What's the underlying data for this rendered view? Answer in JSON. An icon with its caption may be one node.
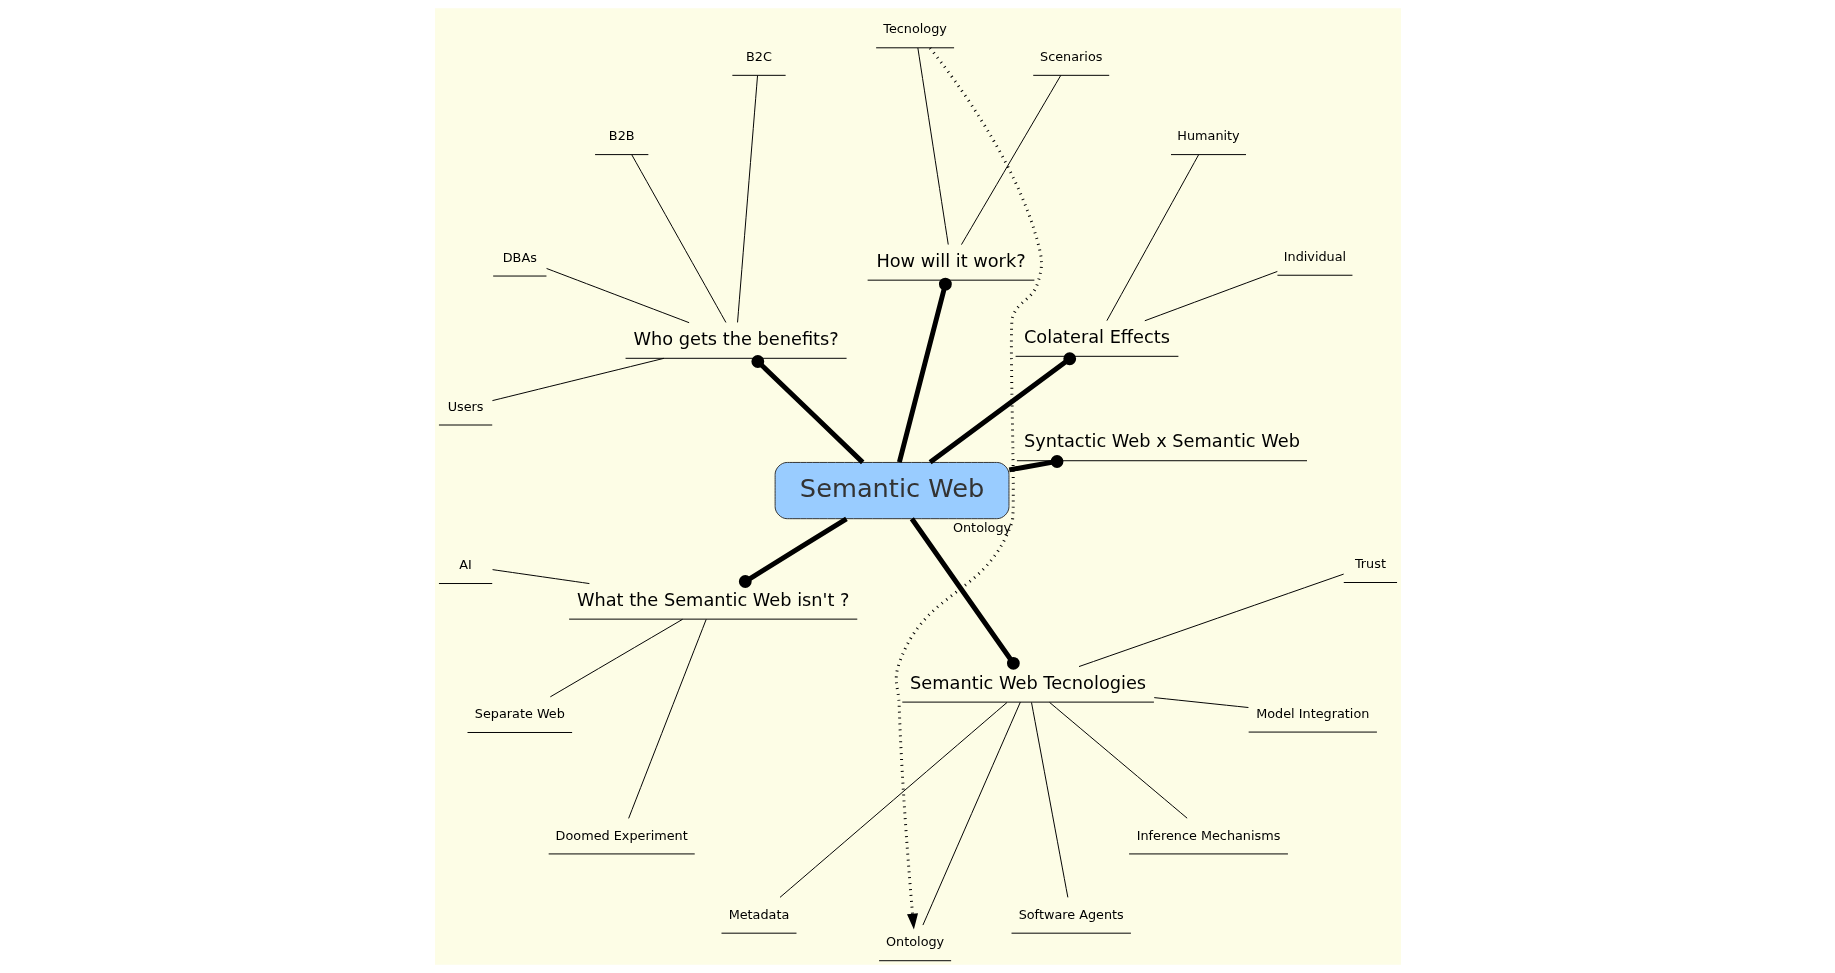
{
  "diagram": {
    "nodes": [
      {
        "text": [
          "Semantic Web"
        ]
      },
      {
        "text": [
          "Syntactic Web x Semantic Web"
        ]
      },
      {
        "text": [
          "Colateral Effects"
        ]
      },
      {
        "text": [
          "Individual"
        ]
      },
      {
        "text": [
          "Humanity"
        ]
      },
      {
        "text": [
          "How will it work?"
        ]
      },
      {
        "text": [
          "Scenarios"
        ]
      },
      {
        "text": [
          "Tecnology"
        ]
      },
      {
        "text": [
          "Who gets the benefits?"
        ]
      },
      {
        "text": [
          "B2C"
        ]
      },
      {
        "text": [
          "B2B"
        ]
      },
      {
        "text": [
          "DBAs"
        ]
      },
      {
        "text": [
          "Users"
        ]
      },
      {
        "text": [
          "What the Semantic Web isn't ?"
        ]
      },
      {
        "text": [
          "AI"
        ]
      },
      {
        "text": [
          "Separate Web"
        ]
      },
      {
        "text": [
          "Doomed Experiment"
        ]
      },
      {
        "text": [
          "Semantic Web Tecnologies"
        ]
      },
      {
        "text": [
          "Metadata"
        ]
      },
      {
        "text": [
          "Ontology"
        ]
      },
      {
        "text": [
          "Software Agents"
        ]
      },
      {
        "text": [
          "Inference Mechanisms"
        ]
      },
      {
        "text": [
          "Model Integration"
        ]
      },
      {
        "text": [
          "Trust"
        ]
      }
    ],
    "edges": [
      {
        "from": 0,
        "to": 1,
        "arrow": "other",
        "style": "thick"
      },
      {
        "from": 0,
        "to": 2,
        "arrow": "other",
        "style": "thick"
      },
      {
        "from": 2,
        "to": 3,
        "arrow": "none"
      },
      {
        "from": 2,
        "to": 4,
        "arrow": "none"
      },
      {
        "from": 0,
        "to": 5,
        "arrow": "other",
        "style": "thick"
      },
      {
        "from": 5,
        "to": 6,
        "arrow": "none"
      },
      {
        "from": 5,
        "to": 7,
        "arrow": "none"
      },
      {
        "from": 0,
        "to": 8,
        "arrow": "other",
        "style": "thick"
      },
      {
        "from": 8,
        "to": 9,
        "arrow": "none"
      },
      {
        "from": 8,
        "to": 10,
        "arrow": "none"
      },
      {
        "from": 8,
        "to": 11,
        "arrow": "none"
      },
      {
        "from": 8,
        "to": 12,
        "arrow": "none"
      },
      {
        "from": 0,
        "to": 13,
        "arrow": "other",
        "style": "thick"
      },
      {
        "from": 13,
        "to": 14,
        "arrow": "none"
      },
      {
        "from": 13,
        "to": 15,
        "arrow": "none"
      },
      {
        "from": 13,
        "to": 16,
        "arrow": "none"
      },
      {
        "from": 0,
        "to": 17,
        "arrow": "other",
        "style": "thick"
      },
      {
        "from": 17,
        "to": 18,
        "arrow": "none"
      },
      {
        "from": 17,
        "to": 19,
        "arrow": "none"
      },
      {
        "from": 17,
        "to": 20,
        "arrow": "none"
      },
      {
        "from": 17,
        "to": 21,
        "arrow": "none"
      },
      {
        "from": 17,
        "to": 22,
        "arrow": "none"
      },
      {
        "from": 17,
        "to": 23,
        "arrow": "none"
      },
      {
        "from": 7,
        "to": 19,
        "arrow": "to",
        "style": "dashed",
        "label": "Ontology"
      }
    ]
  }
}
